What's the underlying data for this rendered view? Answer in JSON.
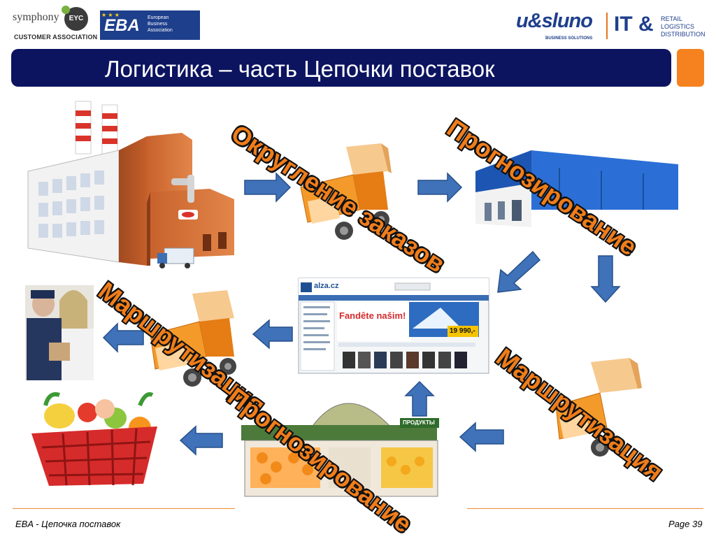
{
  "header": {
    "symphony_name": "symphony",
    "symphony_badge": "EYC",
    "symphony_sub": "CUSTOMER ASSOCIATION",
    "eba_name": "EBA",
    "eba_lines": [
      "European",
      "Business",
      "Association"
    ],
    "usluno_name": "u&sluno",
    "usluno_sub": "BUSINESS SOLUTIONS",
    "it_label": "IT &",
    "it_sub": [
      "RETAIL",
      "LOGISTICS",
      "DISTRIBUTION"
    ]
  },
  "title": "Логистика – часть Цепочки поставок",
  "overlays": {
    "rounding": "Округление заказов",
    "forecast_top": "Прогнозирование",
    "routing_left": "Маршрутизация",
    "routing_right": "Маршрутизация",
    "forecast_bottom": "Прогнозирование"
  },
  "website": {
    "site_name": "alza.cz",
    "banner": "Fandête našim!",
    "price": "19 990,-"
  },
  "shop_sign": "ПРОДУКТЫ",
  "footer": {
    "left": "EBA - Цепочка поставок",
    "right": "Page 39"
  },
  "colors": {
    "title_bar": "#0c1460",
    "accent_orange": "#f5821f",
    "arrow_blue": "#3f72b8",
    "overlay_text": "#f07d1a"
  },
  "icons": [
    "factory-icon",
    "truck-icon",
    "box-icon",
    "warehouse-icon",
    "store-icon",
    "basket-icon",
    "customer-icon",
    "website-icon",
    "arrow-icon"
  ]
}
